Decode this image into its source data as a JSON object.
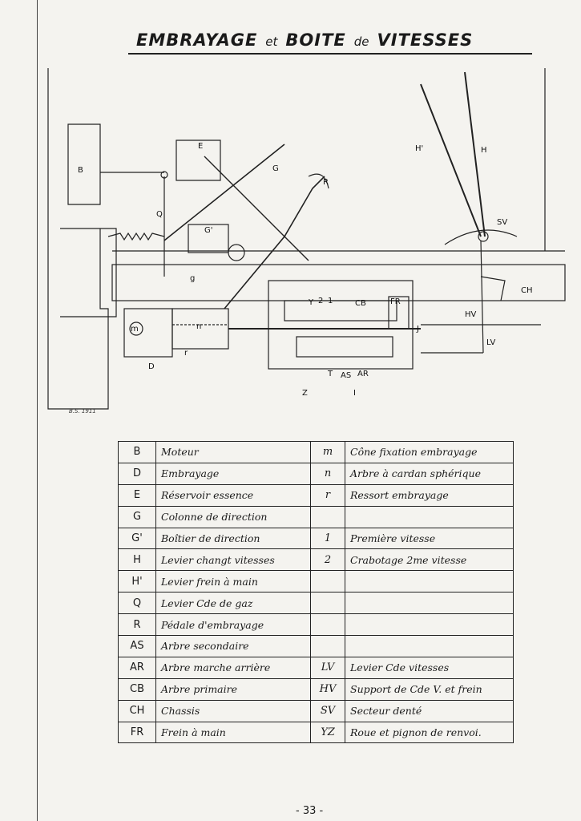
{
  "title": {
    "main1": "EMBRAYAGE",
    "connector1": "et",
    "main2": "BOITE",
    "connector2": "de",
    "main3": "VITESSES"
  },
  "drawing_labels": {
    "B": "B",
    "E": "E",
    "G": "G",
    "Q": "Q",
    "G_prime": "G'",
    "g": "g",
    "R": "R",
    "H_prime": "H'",
    "H": "H",
    "SV": "SV",
    "CH": "CH",
    "HV": "HV",
    "LV": "LV",
    "J": "J",
    "m": "m",
    "n": "n",
    "r": "r",
    "D": "D",
    "Y": "Y",
    "two": "2",
    "one": "1",
    "CB": "CB",
    "FR": "FR",
    "AS": "AS",
    "AR": "AR",
    "Z": "Z",
    "I": "I",
    "T": "T"
  },
  "signature": "B.S. 1911",
  "legend": [
    {
      "code": "B",
      "desc": "Moteur",
      "code2": "m",
      "desc2": "Cône fixation embrayage"
    },
    {
      "code": "D",
      "desc": "Embrayage",
      "code2": "n",
      "desc2": "Arbre à cardan sphérique"
    },
    {
      "code": "E",
      "desc": "Réservoir essence",
      "code2": "r",
      "desc2": "Ressort embrayage"
    },
    {
      "code": "G",
      "desc": "Colonne de direction",
      "code2": "",
      "desc2": ""
    },
    {
      "code": "G'",
      "desc": "Boîtier de direction",
      "code2": "1",
      "desc2": "Première vitesse"
    },
    {
      "code": "H",
      "desc": "Levier changt vitesses",
      "code2": "2",
      "desc2": "Crabotage 2me vitesse"
    },
    {
      "code": "H'",
      "desc": "Levier frein à main",
      "code2": "",
      "desc2": ""
    },
    {
      "code": "Q",
      "desc": "Levier Cde de gaz",
      "code2": "",
      "desc2": ""
    },
    {
      "code": "R",
      "desc": "Pédale d'embrayage",
      "code2": "",
      "desc2": ""
    },
    {
      "code": "AS",
      "desc": "Arbre secondaire",
      "code2": "",
      "desc2": ""
    },
    {
      "code": "AR",
      "desc": "Arbre marche arrière",
      "code2": "LV",
      "desc2": "Levier Cde vitesses"
    },
    {
      "code": "CB",
      "desc": "Arbre primaire",
      "code2": "HV",
      "desc2": "Support de Cde V. et frein"
    },
    {
      "code": "CH",
      "desc": "Chassis",
      "code2": "SV",
      "desc2": "Secteur denté"
    },
    {
      "code": "FR",
      "desc": "Frein à main",
      "code2": "YZ",
      "desc2": "Roue et pignon de renvoi."
    }
  ],
  "page_number": "- 33 -"
}
